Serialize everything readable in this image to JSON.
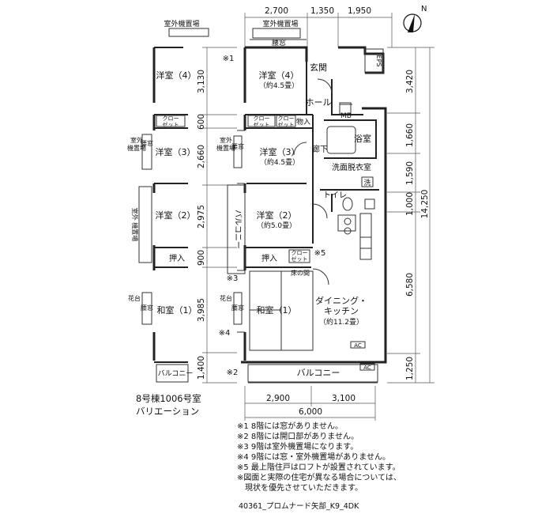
{
  "dims": {
    "top": [
      "2,700",
      "1,350",
      "1,950"
    ],
    "left": [
      "3,130",
      "600",
      "2,660",
      "2,975",
      "900",
      "3,985",
      "1,400"
    ],
    "right": [
      "3,420",
      "1,660",
      "1,590",
      "1,000",
      "14,250",
      "6,580",
      "1,250"
    ],
    "bottom": [
      "2,900",
      "3,100",
      "6,000"
    ]
  },
  "north": "N",
  "main": {
    "ac_area_top": "室外機置場",
    "window_top": "腰窓",
    "room4": "洋室（4）",
    "room4_size": "（約4.5畳）",
    "entrance": "玄関",
    "hall": "ホール",
    "closet_a": "クロー\nゼット",
    "closet_b": "クロー\nゼット",
    "storage_in": "物入",
    "eps": "EPS",
    "mb": "MB",
    "ac_area_left": "室外\n機置場",
    "window_r3": "腰窓",
    "room3": "洋室（3）",
    "room3_size": "（約4.5畳）",
    "corridor": "廊下",
    "bath": "浴室",
    "washroom": "洗面脱衣室",
    "washer": "洗",
    "toilet": "トイレ",
    "balcony_side": "バルコニー",
    "room2": "洋室（2）",
    "room2_size": "（約5.0畳）",
    "oshiire": "押入",
    "closet_c": "クロー\nゼット",
    "tokonoma": "床の間",
    "flower": "花台",
    "window_r1": "腰窓",
    "washitsu": "和室（1）",
    "dk": "ダイニング・\nキッチン",
    "dk_size": "（約11.2畳）",
    "ac1": "AC",
    "ac2": "AC",
    "balcony": "バルコニー",
    "mark1": "※1",
    "mark2": "※2",
    "mark3": "※3",
    "mark4": "※4",
    "mark5": "※5"
  },
  "variation": {
    "ac_area_top": "室外機置場",
    "room4": "洋室（4）",
    "window_r3": "腰窓",
    "closet": "クロー\nゼット",
    "ac_area_r3": "室外\n機置場",
    "room3": "洋室（3）",
    "ac_area_r2": "室外\n機置場",
    "room2": "洋室（2）",
    "oshiire": "押入",
    "flower": "花台",
    "window_r1": "腰窓",
    "washitsu": "和室（1）",
    "balcony": "バルコニー",
    "title1": "8号棟1006号室",
    "title2": "バリエーション"
  },
  "notes": [
    "※1  8階には窓がありません。",
    "※2  8階には開口部がありません。",
    "※3  9階は室外機置場になります。",
    "※4  9階には窓・室外機置場がありません。",
    "※5  最上階住戸はロフトが設置されています。",
    "※図面と実際の住宅が異なる場合については、",
    "　現状を優先させていただきます。"
  ],
  "code": "40361_プロムナード矢部_K9_4DK"
}
